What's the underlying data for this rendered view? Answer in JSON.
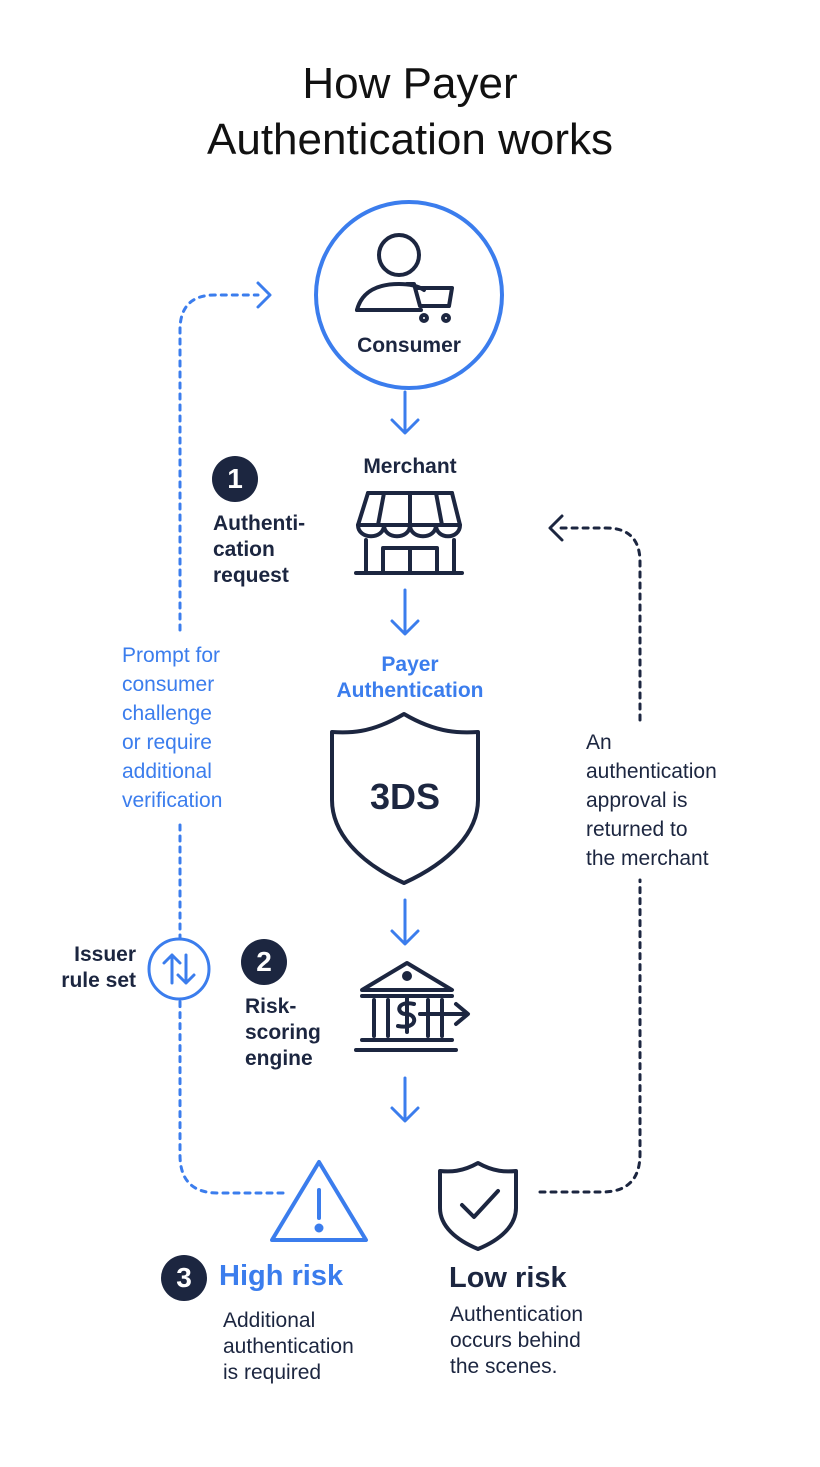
{
  "title": "How Payer\nAuthentication works",
  "colors": {
    "blue": "#3b7ded",
    "navy": "#1c2640",
    "text": "#111111"
  },
  "nodes": {
    "consumer": {
      "label": "Consumer",
      "icon": "shopper-cart-icon"
    },
    "merchant": {
      "label": "Merchant",
      "icon": "storefront-icon"
    },
    "payer_auth": {
      "label": "Payer\nAuthentication",
      "icon": "shield-icon",
      "badge": "3DS"
    },
    "risk_engine": {
      "icon": "bank-transfer-icon"
    },
    "high_risk": {
      "label": "High risk",
      "desc": "Additional\nauthentication\nis required",
      "icon": "warning-triangle-icon"
    },
    "low_risk": {
      "label": "Low risk",
      "desc": "Authentication\noccurs behind\nthe scenes.",
      "icon": "shield-check-icon"
    }
  },
  "steps": [
    {
      "number": "1",
      "label": "Authenti-\ncation\nrequest"
    },
    {
      "number": "2",
      "label": "Risk-\nscoring\nengine"
    },
    {
      "number": "3"
    }
  ],
  "side_notes": {
    "prompt": "Prompt for\nconsumer\nchallenge\nor require\nadditional\nverification",
    "issuer": "Issuer\nrule set",
    "approval": "An\nauthentication\napproval is\nreturned to\nthe merchant"
  }
}
